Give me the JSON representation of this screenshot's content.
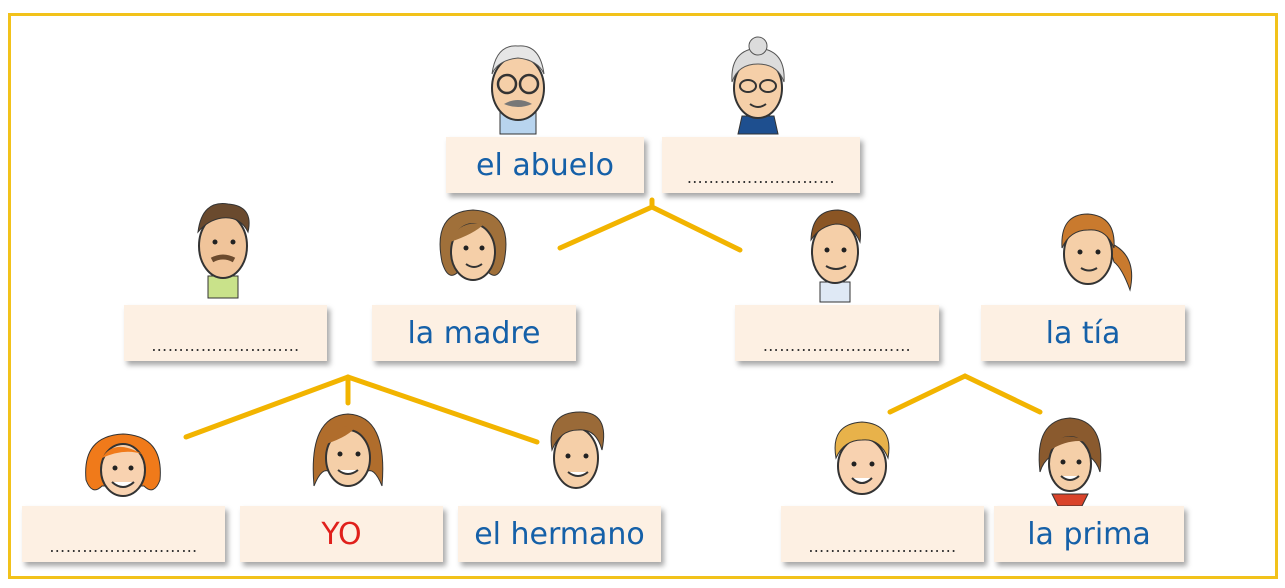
{
  "colors": {
    "frame": "#f2c21a",
    "connector": "#f2b400",
    "box_fill": "#fdf0e3",
    "label_text": "#1560a8",
    "yo_text": "#e0201c"
  },
  "family_tree": {
    "grandparents": {
      "grandfather": {
        "label": "el abuelo",
        "icon": "grandfather-icon"
      },
      "grandmother": {
        "label": "………………………",
        "icon": "grandmother-icon"
      }
    },
    "parents_row": {
      "father": {
        "label": "………………………",
        "icon": "father-icon"
      },
      "mother": {
        "label": "la madre",
        "icon": "mother-icon"
      },
      "uncle": {
        "label": "………………………",
        "icon": "uncle-icon"
      },
      "aunt": {
        "label": "la tía",
        "icon": "aunt-icon"
      }
    },
    "children_row": {
      "sister": {
        "label": "………………………",
        "icon": "sister-icon"
      },
      "me": {
        "label": "YO",
        "icon": "me-icon"
      },
      "brother": {
        "label": "el hermano",
        "icon": "brother-icon"
      },
      "cousin_boy": {
        "label": "………………………",
        "icon": "cousin-boy-icon"
      },
      "cousin_girl": {
        "label": "la prima",
        "icon": "cousin-girl-icon"
      }
    }
  }
}
